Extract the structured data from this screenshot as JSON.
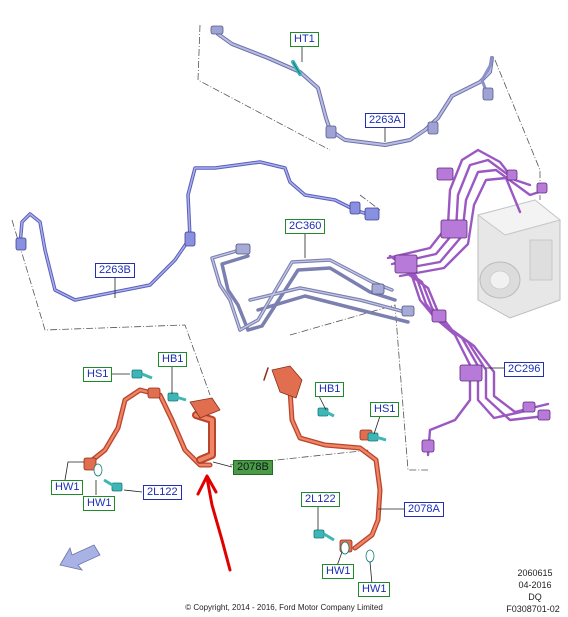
{
  "callouts": {
    "ht1": "HT1",
    "p2263a": "2263A",
    "p2263b": "2263B",
    "p2c360": "2C360",
    "p2c296": "2C296",
    "hs1_left": "HS1",
    "hb1_left": "HB1",
    "p2078b": "2078B",
    "hw1_left_a": "HW1",
    "hw1_left_b": "HW1",
    "p2l122_left": "2L122",
    "hb1_right": "HB1",
    "hs1_right": "HS1",
    "p2l122_right": "2L122",
    "p2078a": "2078A",
    "hw1_right_a": "HW1",
    "hw1_right_b": "HW1"
  },
  "footer": {
    "copyright": "© Copyright, 2014 - 2016, Ford Motor Company Limited",
    "code1": "2060615",
    "date": "04-2016",
    "code2": "DQ",
    "figure_id": "F0308701-02"
  },
  "colors": {
    "line_blue": "#7f84d8",
    "line_blue_dark": "#5a5fb8",
    "line_grey": "#9aa0c6",
    "line_purple": "#a461c8",
    "hose_orange": "#e2694a",
    "arrow_red": "#e00000",
    "label_border_green": "#1f8a2a",
    "label_border_blue": "#2430b0",
    "label_text": "#1b2fb5",
    "fitting_teal": "#3fb6b6"
  }
}
